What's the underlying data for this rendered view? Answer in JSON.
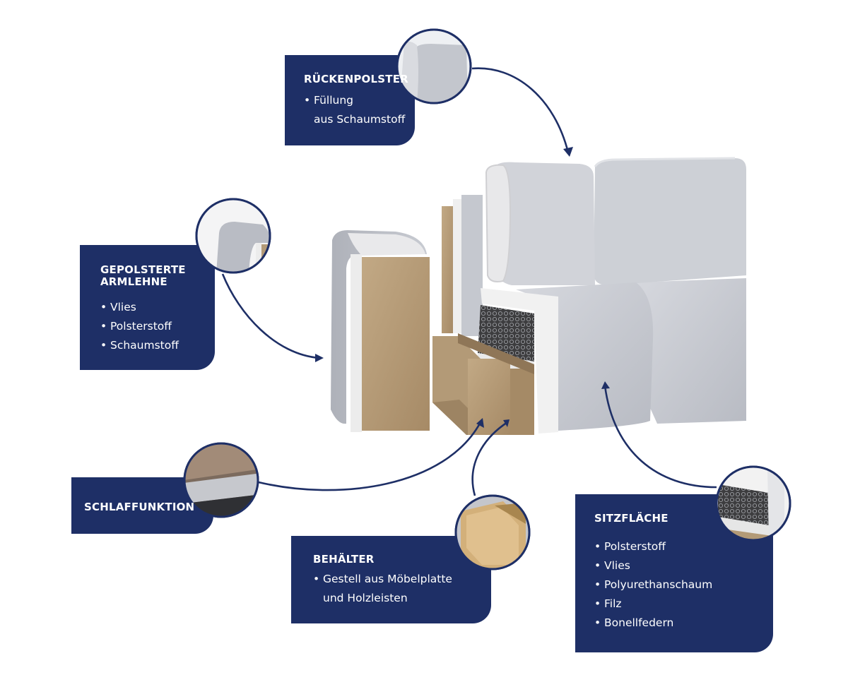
{
  "colors": {
    "accent": "#1e2f66",
    "fabric": "#c9ccd3",
    "board": "#b49a76",
    "background": "#ffffff"
  },
  "labels": {
    "backrest": {
      "title": "RÜCKENPOLSTER",
      "items": [
        "Füllung",
        "aus Schaumstoff"
      ]
    },
    "armrest": {
      "title_line1": "GEPOLSTERTE",
      "title_line2": "ARMLEHNE",
      "items": [
        "Vlies",
        "Polsterstoff",
        "Schaumstoff"
      ]
    },
    "sleep": {
      "title": "SCHLAFFUNKTION"
    },
    "storage": {
      "title": "BEHÄLTER",
      "items": [
        "Gestell aus Möbelplatte",
        "und Holzleisten"
      ]
    },
    "seat": {
      "title": "SITZFLÄCHE",
      "items": [
        "Polsterstoff",
        "Vlies",
        "Polyurethanschaum",
        "Filz",
        "Bonellfedern"
      ]
    }
  }
}
